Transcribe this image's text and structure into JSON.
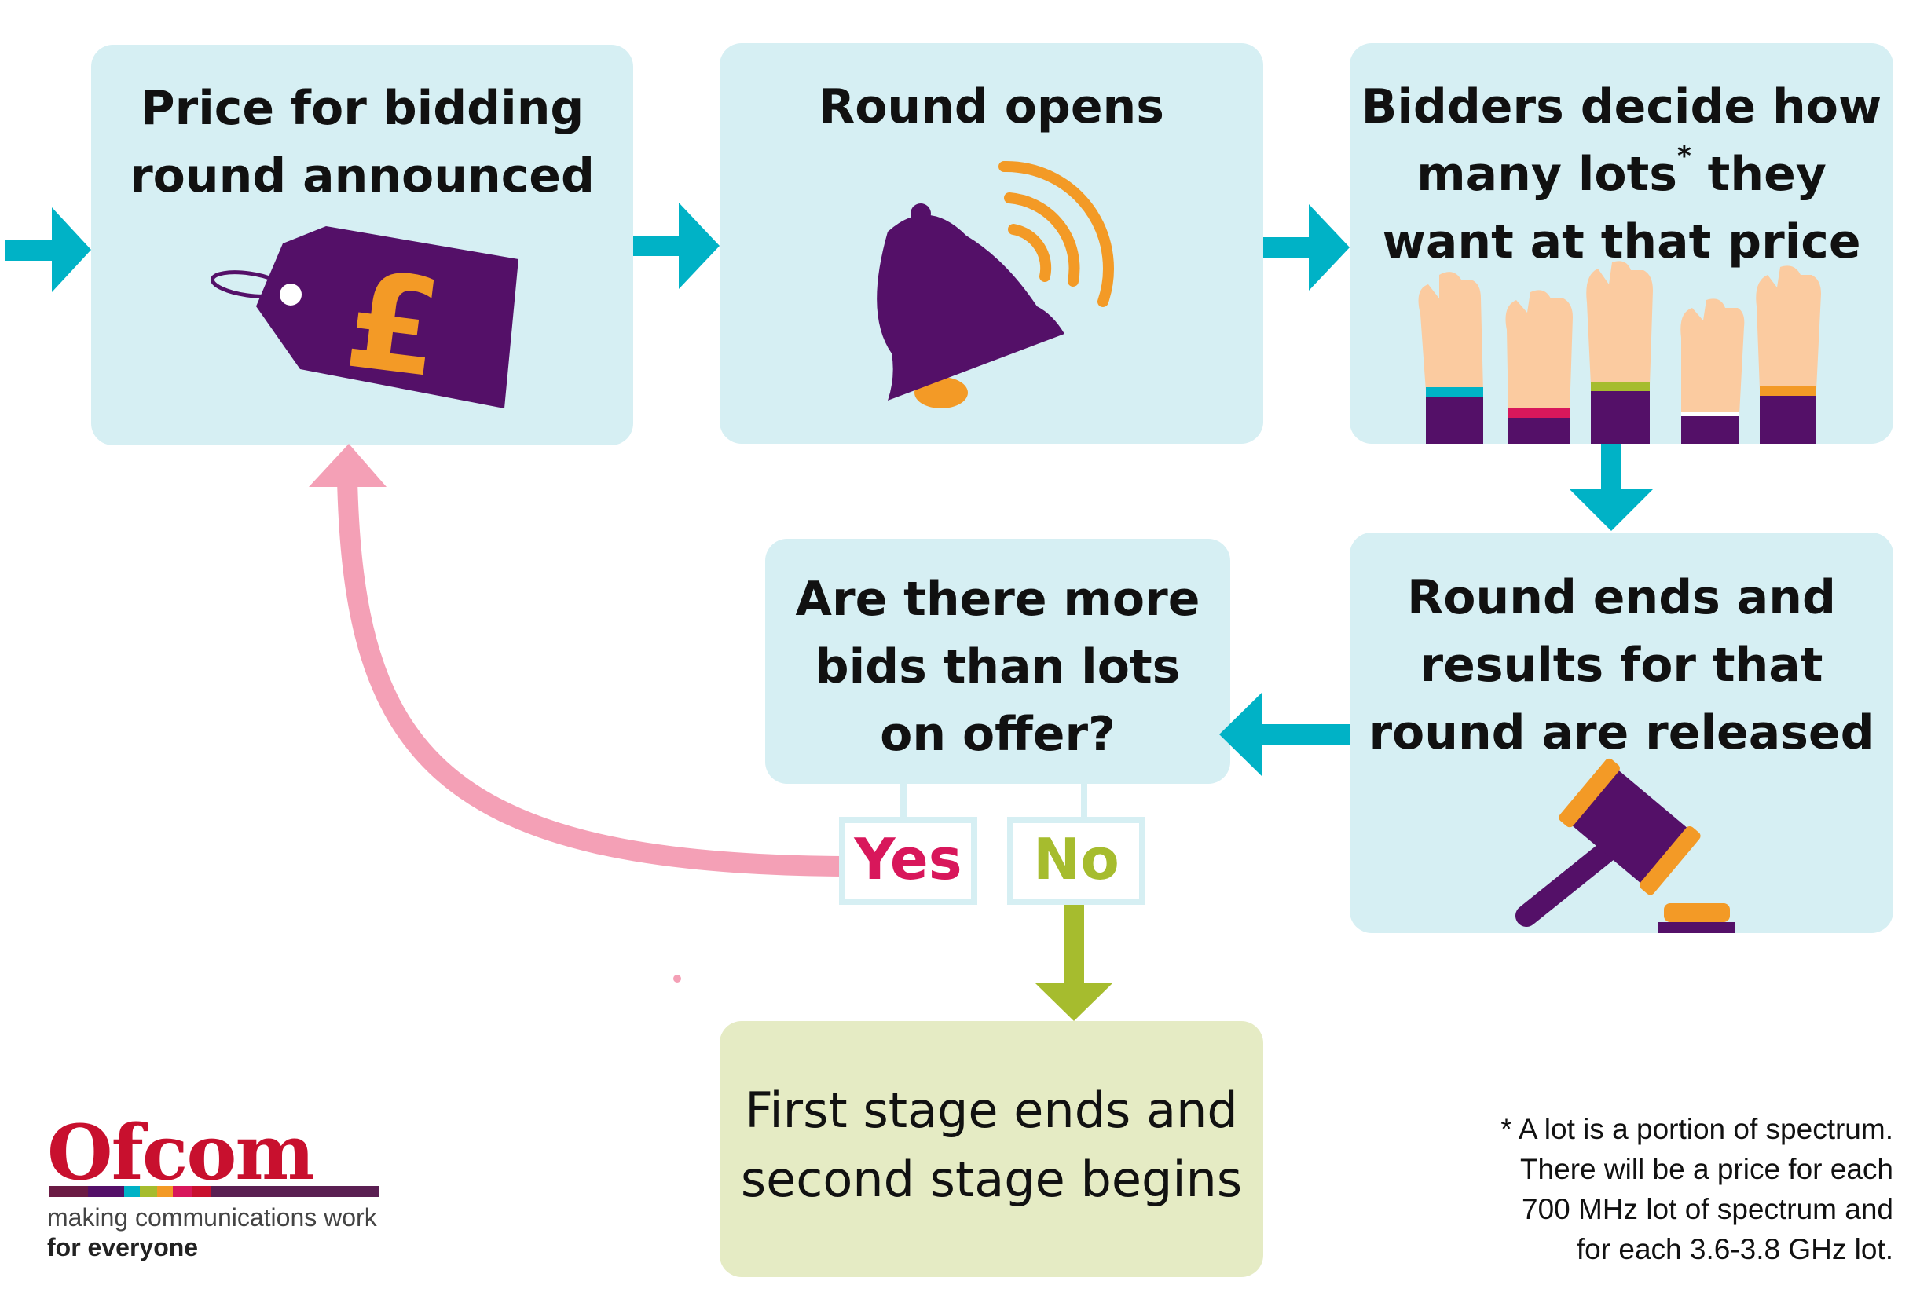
{
  "boxes": {
    "price": {
      "line1": "Price for bidding",
      "line2": "round announced"
    },
    "open": {
      "line1": "Round opens"
    },
    "bidders": {
      "line1": "Bidders decide how",
      "line2_main": "many lots",
      "line2_sup": "*",
      "line2_end": " they",
      "line3": "want at that price"
    },
    "results": {
      "line1": "Round ends and",
      "line2": "results for that",
      "line3": "round are released"
    },
    "question": {
      "line1": "Are there more",
      "line2": "bids than lots",
      "line3": "on offer?"
    },
    "final": {
      "line1": "First stage ends and",
      "line2": "second stage begins"
    }
  },
  "tags": {
    "yes": "Yes",
    "no": "No"
  },
  "icons": {
    "price_tag": "price-tag-pound-icon",
    "pound_symbol": "£",
    "bell": "bell-ringing-icon",
    "hands": "raised-hands-icon",
    "gavel": "gavel-icon"
  },
  "footnote": {
    "line1": "* A lot is a portion of spectrum.",
    "line2": "There will be a price for each",
    "line3": "700 MHz lot of spectrum and",
    "line4": "for each 3.6-3.8 GHz lot."
  },
  "logo": {
    "name": "Ofcom",
    "tagline1": "making communications work",
    "tagline2": "for everyone"
  },
  "colors": {
    "box_fill": "#d6eff3",
    "final_fill": "#e5ebc4",
    "arrow_teal": "#00b2c6",
    "arrow_pink": "#f4a0b6",
    "arrow_green": "#a6bc2e",
    "purple": "#541068",
    "orange": "#f39a26",
    "yes": "#d8175b",
    "no": "#a6bc2e"
  }
}
